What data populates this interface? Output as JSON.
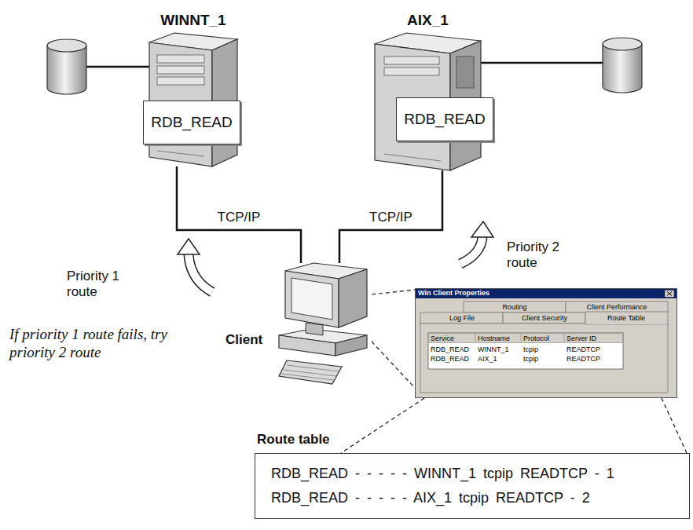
{
  "diagram": {
    "nodes": [
      {
        "text": [
          "WINNT_1"
        ]
      },
      {
        "text": [
          "RDB_READ"
        ],
        "in": 0
      },
      {
        "text": [
          "AIX_1"
        ]
      },
      {
        "text": [
          "RDB_READ"
        ],
        "in": 2
      },
      {
        "text": [
          "Client"
        ]
      },
      {
        "text": [
          "Win Client Properties"
        ]
      },
      {
        "text": [
          "Route table",
          "RDB_READ - - - - - WINNT_1 tcpip READTCP - 1",
          "RDB_READ - - - - - AIX_1 tcpip READTCP - 2"
        ]
      }
    ],
    "edges": [
      {
        "from": 4,
        "to": 0,
        "arrow": "none",
        "label": "TCP/IP"
      },
      {
        "from": 4,
        "to": 2,
        "arrow": "none",
        "label": "TCP/IP"
      },
      {
        "from": 4,
        "to": 5,
        "arrow": "none"
      },
      {
        "from": 5,
        "to": 6,
        "arrow": "none"
      }
    ],
    "labels": [
      "Priority 1 route",
      "Priority 2 route",
      "If priority 1 route fails, try priority 2 route",
      "Routing",
      "Client Performance",
      "Log File",
      "Client Security",
      "Route Table",
      "Service",
      "Hostname",
      "Protocol",
      "Server ID",
      "RDB_READ",
      "WINNT_1",
      "tcpip",
      "READTCP",
      "RDB_READ",
      "AIX_1",
      "tcpip",
      "READTCP"
    ]
  }
}
